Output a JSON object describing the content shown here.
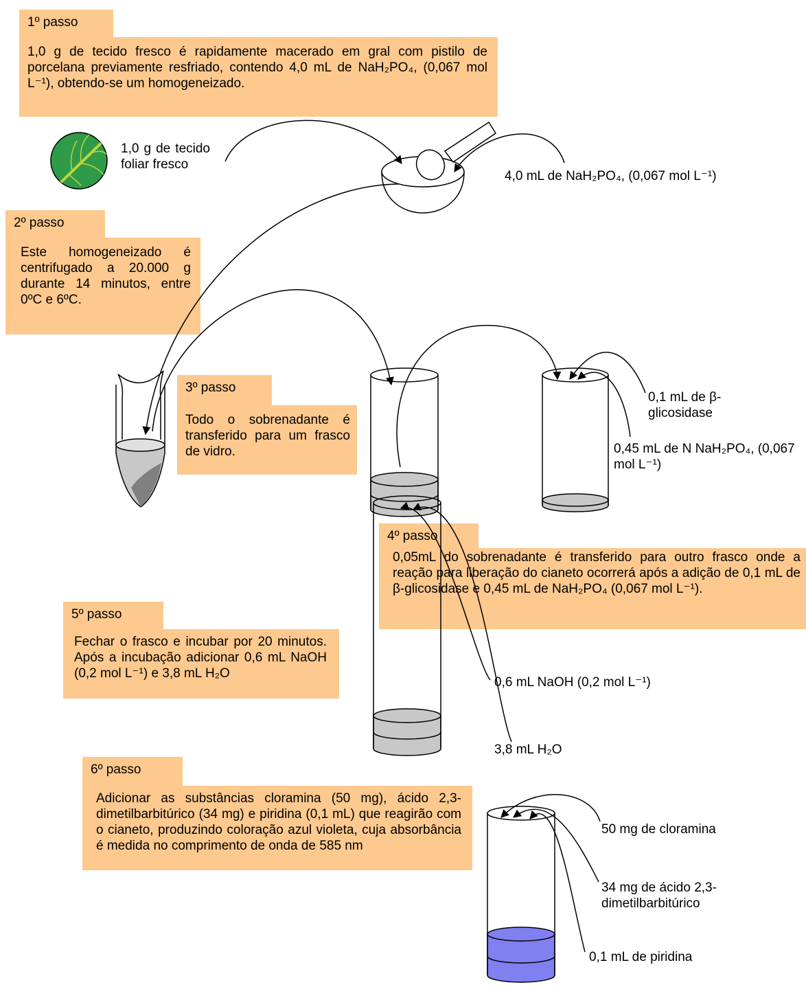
{
  "step1": {
    "label": "1º passo",
    "text": "1,0 g de tecido fresco é rapidamente macerado em gral com pistilo de porcelana previamente resfriado, contendo 4,0 mL de NaH₂PO₄, (0,067 mol L⁻¹), obtendo-se um homogeneizado."
  },
  "leaf_label": "1,0 g de tecido foliar fresco",
  "buffer_label": "4,0 mL de NaH₂PO₄, (0,067 mol L⁻¹)",
  "step2": {
    "label": "2º passo",
    "text": "Este homogeneizado é centrifugado a 20.000 g durante 14 minutos, entre 0ºC e 6ºC."
  },
  "step3": {
    "label": "3º passo",
    "text": "Todo o sobrenadante é transferido para um frasco de vidro."
  },
  "glucosidase_label": "0,1 mL de β-glicosidase",
  "buffer2_label": "0,45 mL de N NaH₂PO₄, (0,067 mol L⁻¹)",
  "step4": {
    "label": "4º passo",
    "text": "0,05mL do sobrenadante é transferido para outro frasco onde a reação para liberação do cianeto ocorrerá após a adição de 0,1 mL de β-glicosidase e 0,45 mL de NaH₂PO₄ (0,067 mol L⁻¹)."
  },
  "step5": {
    "label": "5º passo",
    "text": "Fechar o frasco e incubar por 20 minutos. Após a incubação adicionar 0,6 mL NaOH (0,2 mol L⁻¹) e 3,8 mL H₂O"
  },
  "naoh_label": "0,6 mL NaOH  (0,2 mol L⁻¹)",
  "water_label": "3,8 mL H₂O",
  "step6": {
    "label": "6º passo",
    "text": "Adicionar as substâncias cloramina (50 mg), ácido 2,3-dimetilbarbitúrico (34 mg) e piridina (0,1 mL) que reagirão com o cianeto, produzindo coloração azul violeta, cuja absorbância é medida no comprimento de onda de 585 nm"
  },
  "chloramine_label": "50 mg de cloramina",
  "barbituric_label": "34 mg de ácido 2,3-dimetilbarbitúrico",
  "pyridine_label": "0,1 mL de piridina",
  "colors": {
    "box": "#fdc98f",
    "leaf": "#2f9a47",
    "vein": "#bcd63c",
    "liquid_grey": "#c8c8c8",
    "pellet_grey": "#808080",
    "violet": "#8080f0"
  }
}
